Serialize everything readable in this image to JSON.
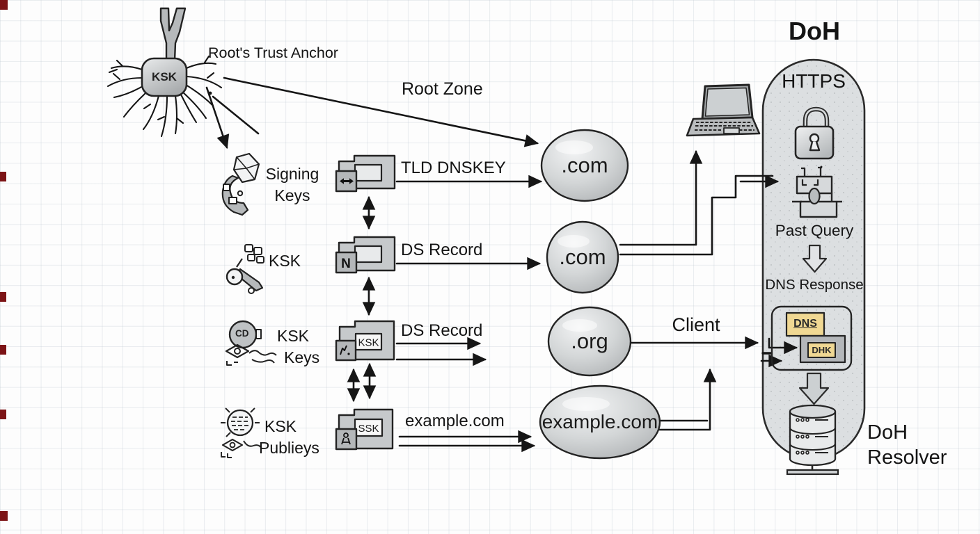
{
  "root": {
    "node_label": "KSK",
    "title": "Root's Trust Anchor",
    "zone_label": "Root Zone"
  },
  "key_items": [
    {
      "line1": "Signing",
      "line2": "Keys"
    },
    {
      "line1": "KSK",
      "line2": ""
    },
    {
      "badge": "CD",
      "line1": "KSK",
      "line2": "Keys"
    },
    {
      "line1": "KSK",
      "line2": "Publieys"
    }
  ],
  "records": [
    {
      "label": "TLD DNSKEY",
      "folder_badge": "",
      "folder_inner": ""
    },
    {
      "label": "DS Record",
      "folder_badge": "N",
      "folder_inner": ""
    },
    {
      "label": "DS Record",
      "folder_badge": "",
      "folder_inner": "KSK"
    },
    {
      "label": "example.com",
      "folder_badge": "",
      "folder_inner": "SSK"
    }
  ],
  "zones": {
    "tld1": ".com",
    "tld2": ".com",
    "tld3": ".org",
    "domain": "example.com"
  },
  "client_label": "Client",
  "doh": {
    "title": "DoH",
    "protocol": "HTTPS",
    "past_query": "Past Query",
    "dns_response": "DNS Response",
    "dns_box": "DNS",
    "dhk_box": "DHK",
    "resolver_line1": "DoH",
    "resolver_line2": "Resolver"
  },
  "colors": {
    "highlight_yellow": "#f0d893",
    "capsule_fill": "#dcdfe1",
    "stroke": "#232323",
    "edge_marker_red": "#7c1416"
  }
}
